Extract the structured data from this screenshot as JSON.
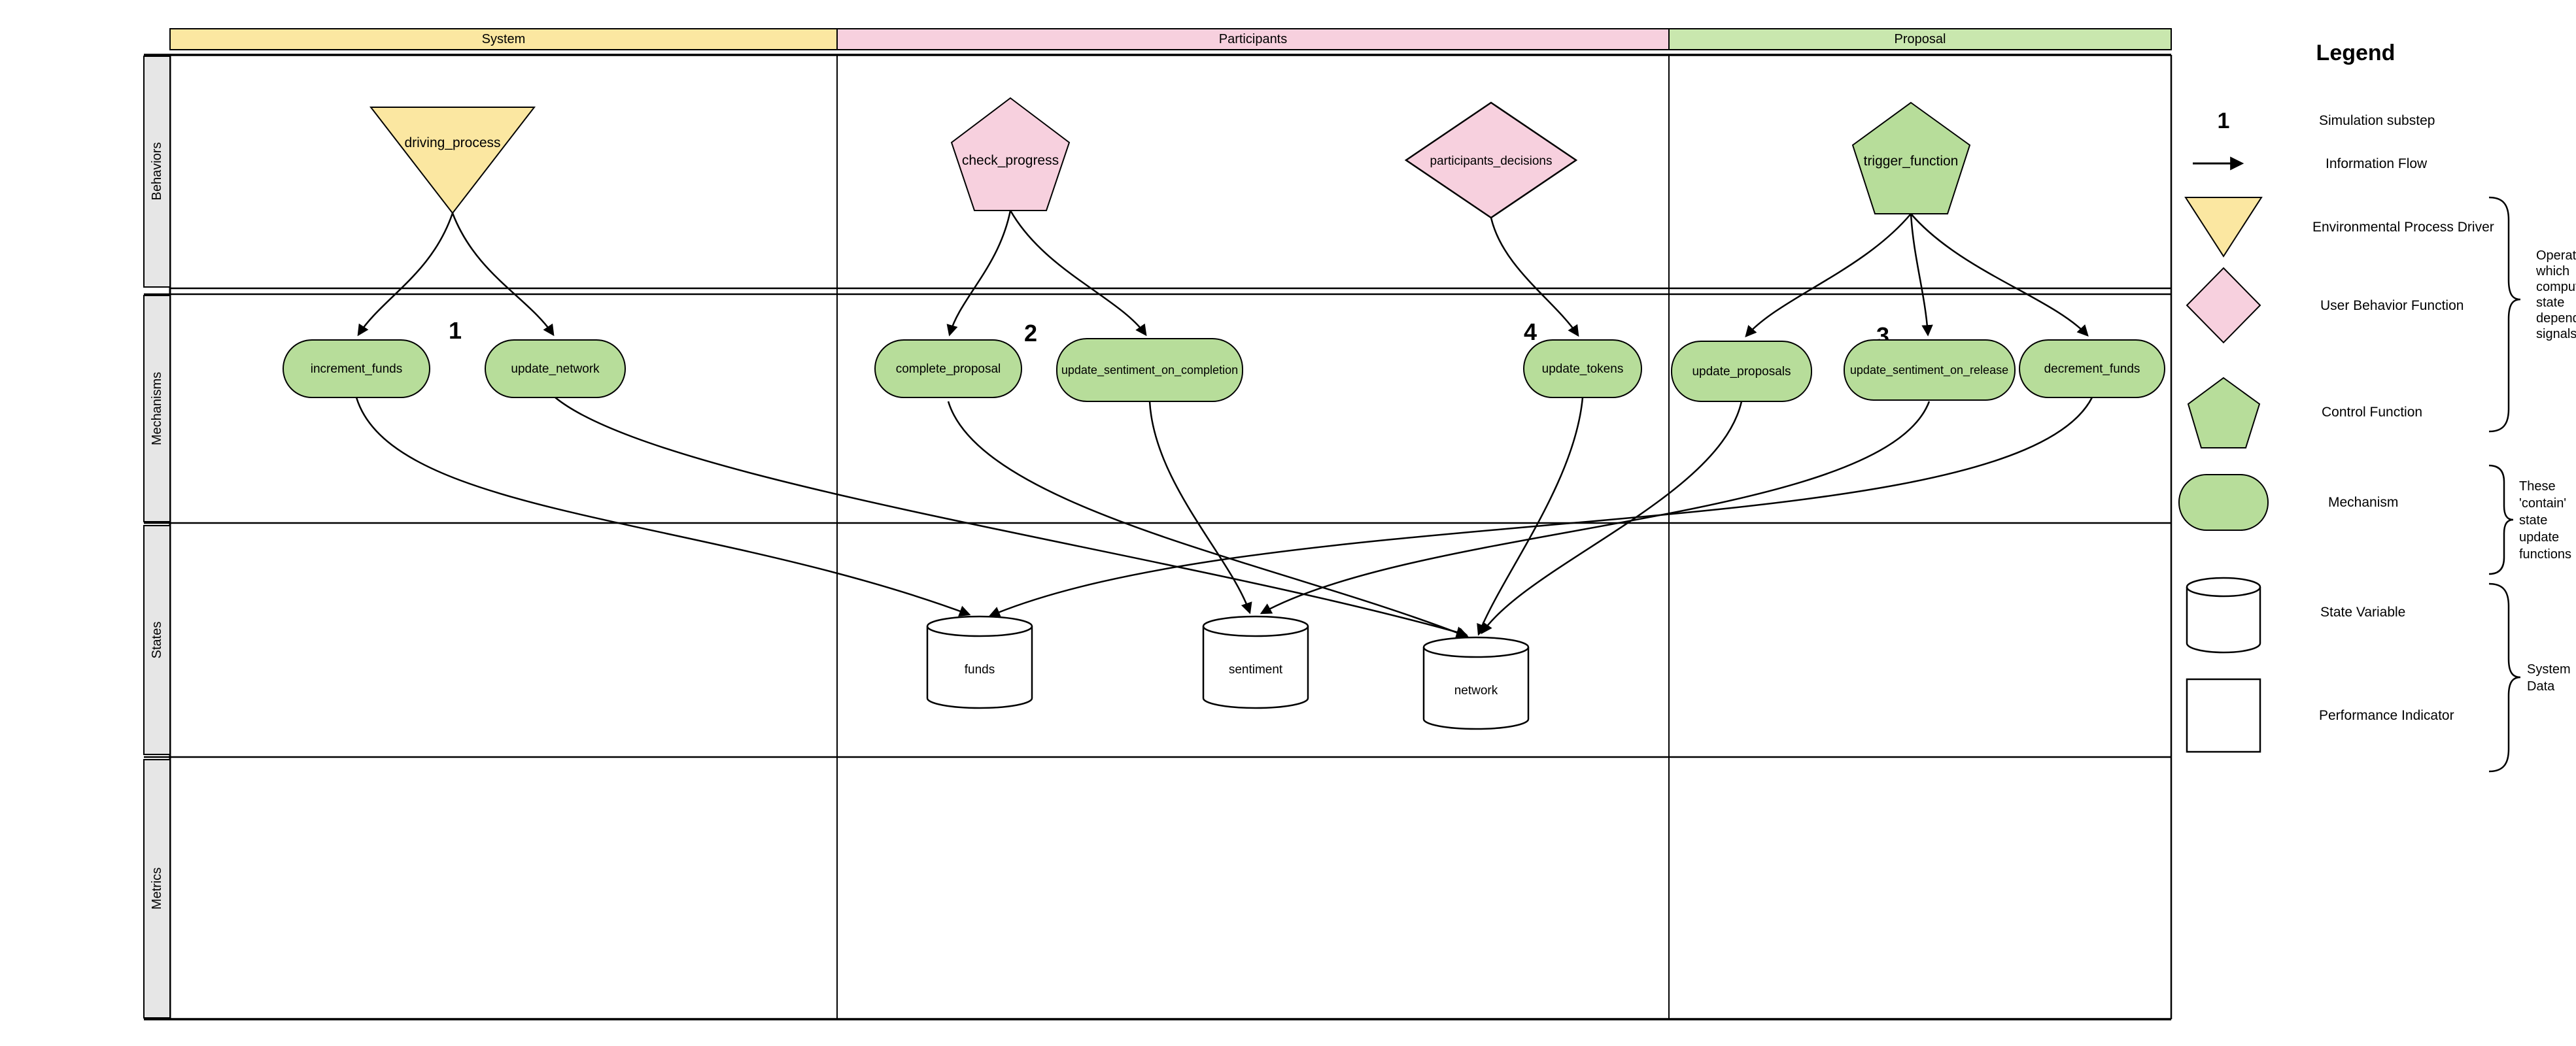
{
  "headers": {
    "system": "System",
    "participants": "Participants",
    "proposal": "Proposal"
  },
  "lanes": {
    "behaviors": "Behaviors",
    "mechanisms": "Mechanisms",
    "states": "States",
    "metrics": "Metrics"
  },
  "nodes": {
    "driving_process": "driving_process",
    "check_progress": "check_progress",
    "participants_decisions": "participants_decisions",
    "trigger_function": "trigger_function",
    "increment_funds": "increment_funds",
    "update_network": "update_network",
    "complete_proposal": "complete_proposal",
    "update_sentiment_on_completion": "update_sentiment_on_completion",
    "update_tokens": "update_tokens",
    "update_proposals": "update_proposals",
    "update_sentiment_on_release": "update_sentiment_on_release",
    "decrement_funds": "decrement_funds",
    "funds": "funds",
    "sentiment": "sentiment",
    "network": "network"
  },
  "substeps": {
    "s1": "1",
    "s2": "2",
    "s4": "4",
    "s3": "3"
  },
  "edges": [
    {
      "from": "driving_process",
      "to": "increment_funds"
    },
    {
      "from": "driving_process",
      "to": "update_network"
    },
    {
      "from": "check_progress",
      "to": "complete_proposal"
    },
    {
      "from": "check_progress",
      "to": "update_sentiment_on_completion"
    },
    {
      "from": "participants_decisions",
      "to": "update_tokens"
    },
    {
      "from": "trigger_function",
      "to": "update_proposals"
    },
    {
      "from": "trigger_function",
      "to": "update_sentiment_on_release"
    },
    {
      "from": "trigger_function",
      "to": "decrement_funds"
    },
    {
      "from": "increment_funds",
      "to": "funds"
    },
    {
      "from": "update_network",
      "to": "network"
    },
    {
      "from": "complete_proposal",
      "to": "network"
    },
    {
      "from": "update_sentiment_on_completion",
      "to": "sentiment"
    },
    {
      "from": "update_tokens",
      "to": "network"
    },
    {
      "from": "update_proposals",
      "to": "network"
    },
    {
      "from": "update_sentiment_on_release",
      "to": "sentiment"
    },
    {
      "from": "decrement_funds",
      "to": "funds"
    }
  ],
  "legend": {
    "title": "Legend",
    "substep_symbol": "1",
    "items": {
      "substep": "Simulation substep",
      "flow": "Information Flow",
      "env_driver": "Environmental Process Driver",
      "user_behavior": "User Behavior Function",
      "control": "Control Function",
      "mechanism": "Mechanism",
      "state_variable": "State Variable",
      "performance_indicator": "Performance Indicator"
    },
    "annotations": {
      "operators": [
        "Operato",
        "which",
        "compute",
        "state",
        "depende",
        "signals"
      ],
      "contain": [
        "These",
        "'contain'",
        "state",
        "update",
        "functions"
      ],
      "system_data": [
        "System",
        "Data"
      ]
    }
  },
  "colors": {
    "column_yellow": "#FBE7A1",
    "column_pink": "#F7D0DE",
    "column_green": "#C9E7AE",
    "shape_green": "#B7DD9A",
    "lane_label_bg": "#E6E6E6"
  }
}
